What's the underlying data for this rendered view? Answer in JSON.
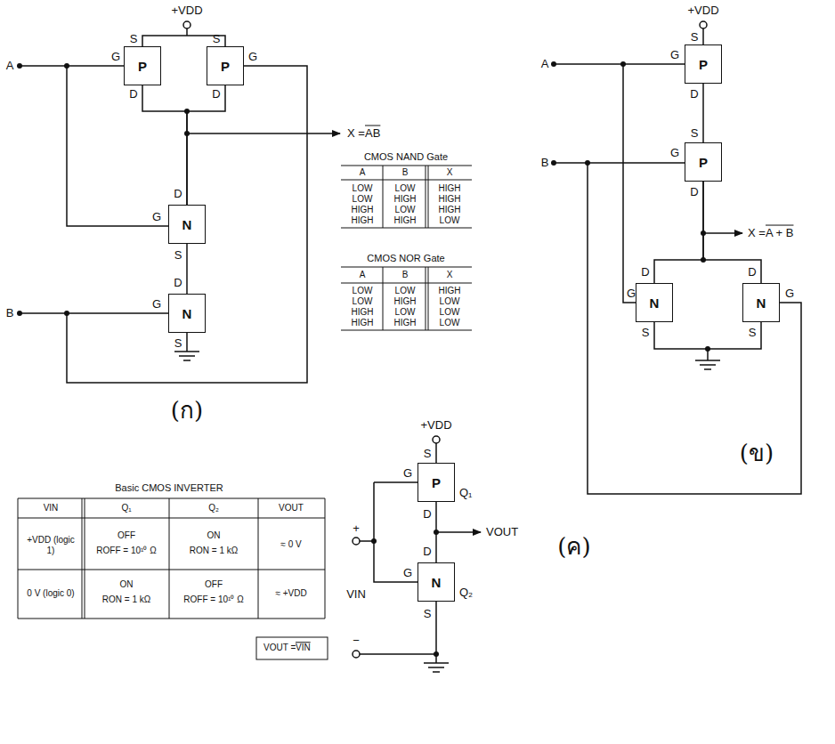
{
  "diagram": {
    "nodes": [
      {
        "text": [
          "P"
        ]
      },
      {
        "text": [
          "P"
        ]
      },
      {
        "text": [
          "N"
        ]
      },
      {
        "text": [
          "N"
        ]
      },
      {
        "text": [
          "P"
        ]
      },
      {
        "text": [
          "P"
        ]
      },
      {
        "text": [
          "N"
        ]
      },
      {
        "text": [
          "N"
        ]
      },
      {
        "text": [
          "P",
          "Q₁"
        ]
      },
      {
        "text": [
          "N",
          "Q₂"
        ]
      }
    ],
    "edges": [
      {
        "from": 0,
        "to": 1,
        "arrow": "none"
      },
      {
        "from": 0,
        "to": 2,
        "arrow": "none"
      },
      {
        "from": 1,
        "to": 2,
        "arrow": "none"
      },
      {
        "from": 2,
        "to": 3,
        "arrow": "none"
      },
      {
        "from": 4,
        "to": 5,
        "arrow": "none"
      },
      {
        "from": 5,
        "to": 6,
        "arrow": "none"
      },
      {
        "from": 5,
        "to": 7,
        "arrow": "none"
      },
      {
        "from": 6,
        "to": 7,
        "arrow": "none"
      },
      {
        "from": 8,
        "to": 9,
        "arrow": "none"
      }
    ],
    "labels": [
      "+VDD",
      "A",
      "B",
      "X = ",
      "AB",
      "S",
      "G",
      "D",
      "S",
      "G",
      "D",
      "D",
      "G",
      "S",
      "D",
      "G",
      "S",
      "(ก)",
      "CMOS NAND Gate",
      "A",
      "B",
      "X",
      "LOW",
      "LOW",
      "HIGH",
      "LOW",
      "HIGH",
      "HIGH",
      "HIGH",
      "LOW",
      "HIGH",
      "HIGH",
      "HIGH",
      "LOW",
      "CMOS NOR Gate",
      "A",
      "B",
      "X",
      "LOW",
      "LOW",
      "HIGH",
      "LOW",
      "HIGH",
      "LOW",
      "HIGH",
      "LOW",
      "LOW",
      "HIGH",
      "HIGH",
      "LOW",
      "+VDD",
      "A",
      "B",
      "X = ",
      "A + B",
      "G",
      "S",
      "D",
      "S",
      "G",
      "D",
      "D",
      "G",
      "S",
      "D",
      "G",
      "S",
      "(ข)",
      "+VDD",
      "S",
      "G",
      "D",
      "D",
      "G",
      "S",
      "+",
      "VIN",
      "−",
      "VOUT",
      "(ค)",
      "Basic CMOS INVERTER",
      "VIN",
      "Q₁",
      "Q₂",
      "VOUT",
      "+VDD (logic 1)",
      "OFF",
      "ROFF = 10¹⁰ Ω",
      "ON",
      "RON = 1 kΩ",
      "≈ 0 V",
      "0 V (logic 0)",
      "ON",
      "RON = 1 kΩ",
      "OFF",
      "ROFF = 10¹⁰ Ω",
      "≈ +VDD",
      "VOUT = ",
      "VIN"
    ]
  }
}
